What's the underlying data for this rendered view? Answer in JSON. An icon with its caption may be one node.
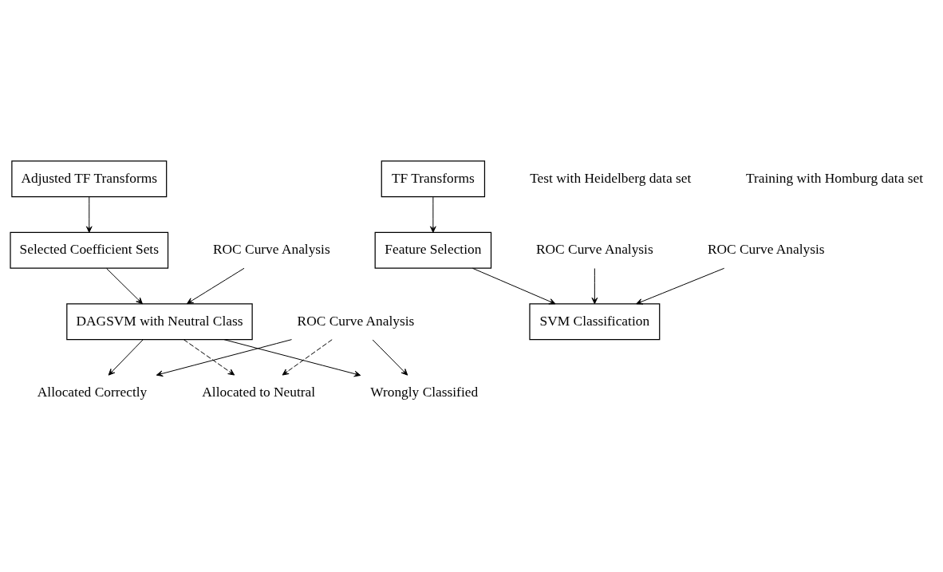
{
  "diagram": {
    "nodes": [
      {
        "text": [
          "Adjusted TF Transforms"
        ]
      },
      {
        "text": [
          "Selected Coefficient Sets"
        ]
      },
      {
        "text": [
          "ROC Curve Analysis"
        ]
      },
      {
        "text": [
          "DAGSVM with Neutral Class"
        ]
      },
      {
        "text": [
          "ROC Curve Analysis"
        ]
      },
      {
        "text": [
          "Allocated Correctly"
        ]
      },
      {
        "text": [
          "Allocated to Neutral"
        ]
      },
      {
        "text": [
          "Wrongly Classified"
        ]
      },
      {
        "text": [
          "TF Transforms"
        ]
      },
      {
        "text": [
          "Feature Selection"
        ]
      },
      {
        "text": [
          "ROC Curve Analysis"
        ]
      },
      {
        "text": [
          "SVM Classification"
        ]
      },
      {
        "text": [
          "ROC Curve Analysis"
        ]
      }
    ],
    "edges": [
      {
        "from": 0,
        "to": 1,
        "arrow": "to"
      },
      {
        "from": 1,
        "to": 3,
        "arrow": "to"
      },
      {
        "from": 2,
        "to": 3,
        "arrow": "to"
      },
      {
        "from": 3,
        "to": 5,
        "arrow": "to"
      },
      {
        "from": 3,
        "to": 6,
        "arrow": "to",
        "style": "dashed"
      },
      {
        "from": 3,
        "to": 7,
        "arrow": "to"
      },
      {
        "from": 4,
        "to": 5,
        "arrow": "to"
      },
      {
        "from": 4,
        "to": 6,
        "arrow": "to",
        "style": "dashed"
      },
      {
        "from": 4,
        "to": 7,
        "arrow": "to"
      },
      {
        "from": 8,
        "to": 9,
        "arrow": "to"
      },
      {
        "from": 9,
        "to": 11,
        "arrow": "to"
      },
      {
        "from": 10,
        "to": 11,
        "arrow": "to"
      },
      {
        "from": 12,
        "to": 11,
        "arrow": "to"
      }
    ],
    "labels": [
      "Test with Heidelberg data set",
      "Training with Homburg data set"
    ]
  }
}
